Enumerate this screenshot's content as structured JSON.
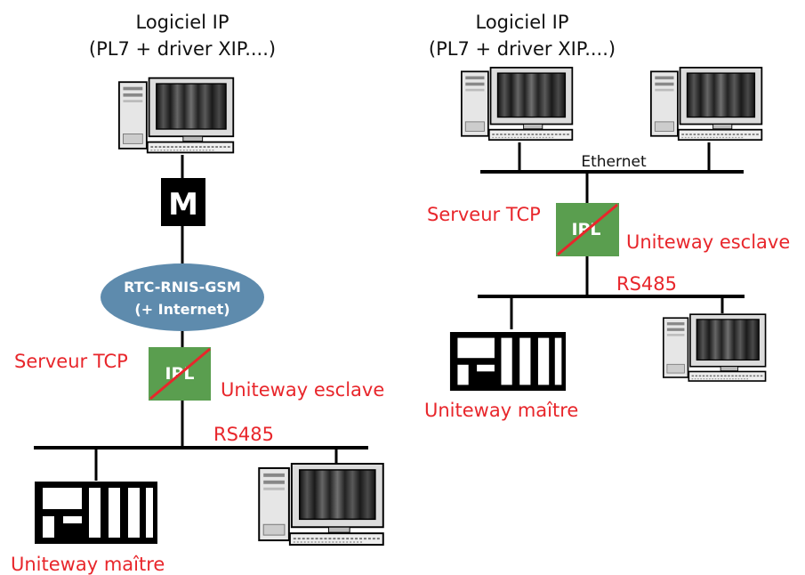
{
  "colors": {
    "label_red": "#e8262b",
    "ipl_green": "#5a9e4f",
    "cloud_blue": "#5e8bad",
    "line": "#000000"
  },
  "left": {
    "software_title": "Logiciel IP",
    "software_subtitle": "(PL7 + driver XIP....)",
    "modem_label": "M",
    "network_line1": "RTC-RNIS-GSM",
    "network_line2": "(+ Internet)",
    "server_label": "Serveur TCP",
    "ipl_label": "IPL",
    "slave_label": "Uniteway esclave",
    "bus_label": "RS485",
    "master_label": "Uniteway maître"
  },
  "right": {
    "software_title": "Logiciel IP",
    "software_subtitle": "(PL7 + driver XIP....)",
    "ethernet_label": "Ethernet",
    "server_label": "Serveur TCP",
    "ipl_label": "IPL",
    "slave_label": "Uniteway esclave",
    "bus_label": "RS485",
    "master_label": "Uniteway maître"
  }
}
